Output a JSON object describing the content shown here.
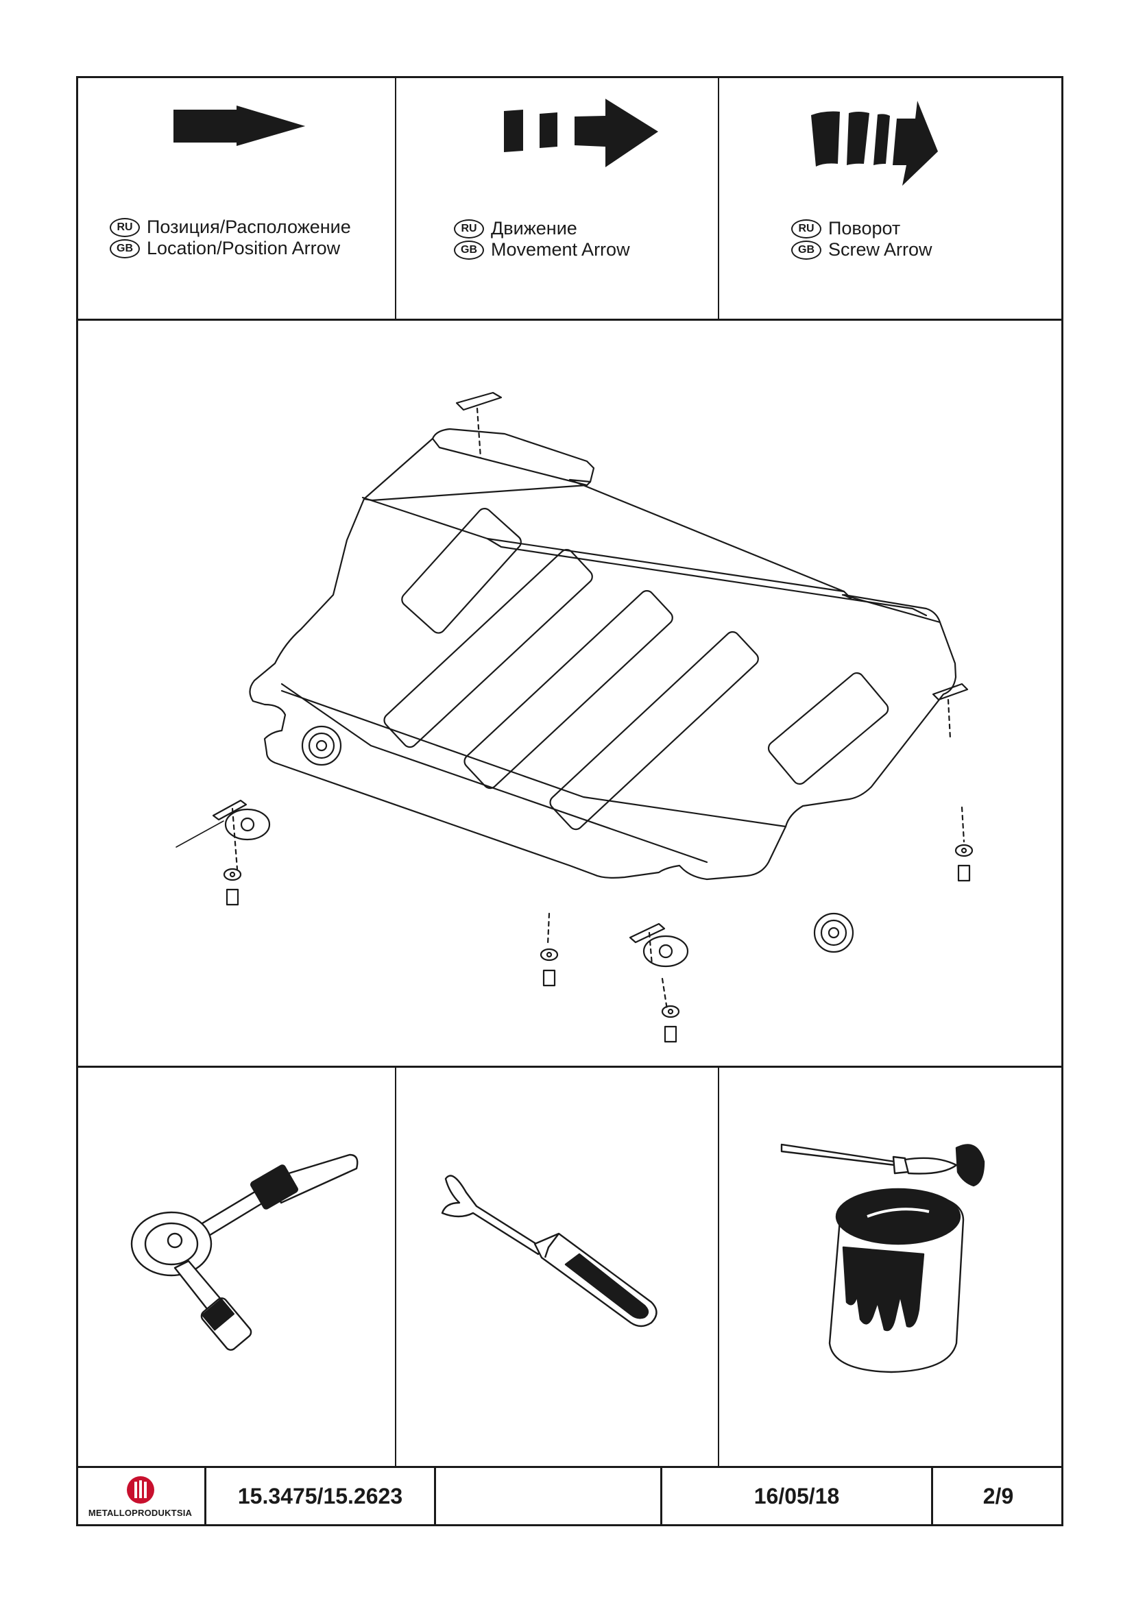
{
  "legend": [
    {
      "ru_badge": "RU",
      "ru_label": "Позиция/Расположение",
      "gb_badge": "GB",
      "gb_label": "Location/Position Arrow",
      "icon": "location-arrow-icon"
    },
    {
      "ru_badge": "RU",
      "ru_label": "Движение",
      "gb_badge": "GB",
      "gb_label": "Movement Arrow",
      "icon": "movement-arrow-icon"
    },
    {
      "ru_badge": "RU",
      "ru_label": "Поворот",
      "gb_badge": "GB",
      "gb_label": "Screw Arrow",
      "icon": "screw-arrow-icon"
    }
  ],
  "tools": [
    {
      "icon": "ratchet-wrench-icon"
    },
    {
      "icon": "clip-remover-screwdriver-icon"
    },
    {
      "icon": "paint-can-brush-icon"
    }
  ],
  "diagram": {
    "icon": "skid-plate-assembly-diagram"
  },
  "footer": {
    "brand": "METALLOPRODUKTSIA",
    "part_number": "15.3475/15.2623",
    "blank": "",
    "date": "16/05/18",
    "page": "2/9"
  },
  "colors": {
    "ink": "#1a1a1a",
    "logo_red": "#c8102e",
    "paper": "#ffffff"
  }
}
